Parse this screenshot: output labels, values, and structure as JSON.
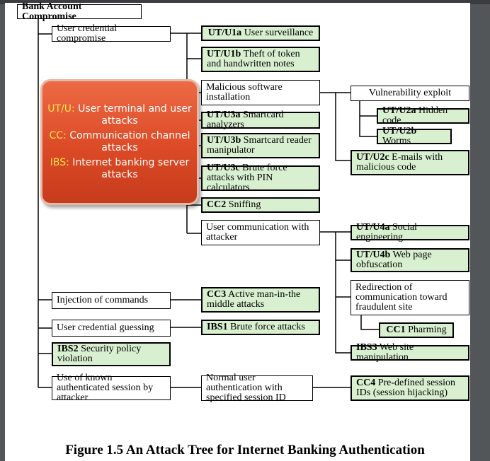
{
  "root": "Bank Account Compromise",
  "level1": {
    "cred_compromise": "User credential compromise",
    "injection": "Injection of commands",
    "cred_guessing": "User credential guessing",
    "ibs2": {
      "code": "IBS2",
      "text": " Security policy violation"
    },
    "known_session": "Use of known authenticated session by attacker"
  },
  "level2": {
    "u1a": {
      "code": "UT/U1a",
      "text": " User surveillance"
    },
    "u1b": {
      "code": "UT/U1b",
      "text": " Theft of token and handwritten notes"
    },
    "malware": "Malicious software installation",
    "u3a": {
      "code": "UT/U3a",
      "text": " Smartcard analyzers"
    },
    "u3b": {
      "code": "UT/U3b",
      "text": " Smartcard reader manipulator"
    },
    "u3c": {
      "code": "UT/U3c",
      "text": " Brute force attacks with PIN calculators"
    },
    "cc2": {
      "code": "CC2",
      "text": " Sniffing"
    },
    "user_comm": "User communication with attacker",
    "cc3": {
      "code": "CC3",
      "text": " Active man-in-the middle attacks"
    },
    "ibs1": {
      "code": "IBS1",
      "text": " Brute force attacks"
    },
    "normal_auth": "Normal user authentication with specified session ID"
  },
  "level3": {
    "vuln": "Vulnerability exploit",
    "u2a": {
      "code": "UT/U2a",
      "text": " Hidden code"
    },
    "u2b": {
      "code": "UT/U2b",
      "text": " Worms"
    },
    "u2c": {
      "code": "UT/U2c",
      "text": " E-mails with malicious code"
    },
    "u4a": {
      "code": "UT/U4a",
      "text": " Social engineering"
    },
    "u4b": {
      "code": "UT/U4b",
      "text": " Web page obfuscation"
    },
    "redirection": "Redirection of communication toward fraudulent site",
    "cc1": {
      "code": "CC1",
      "text": " Pharming"
    },
    "ibs3": {
      "code": "IBS3",
      "text": " Web site manipulation"
    },
    "cc4": {
      "code": "CC4",
      "text": " Pre-defined session IDs (session hijacking)"
    }
  },
  "legend": [
    {
      "abbr": "UT/U:",
      "text": " User terminal and user attacks"
    },
    {
      "abbr": "CC:",
      "text": " Communication channel attacks"
    },
    {
      "abbr": "IBS:",
      "text": " Internet banking server attacks"
    }
  ],
  "caption": "Figure 1.5  An Attack Tree for Internet Banking Authentication",
  "colors": {
    "leaf_fill": "#d8f0d0",
    "legend_fill": "#dc4a26",
    "legend_abbr": "#ffe24d",
    "viewer_bg": "#525659"
  }
}
